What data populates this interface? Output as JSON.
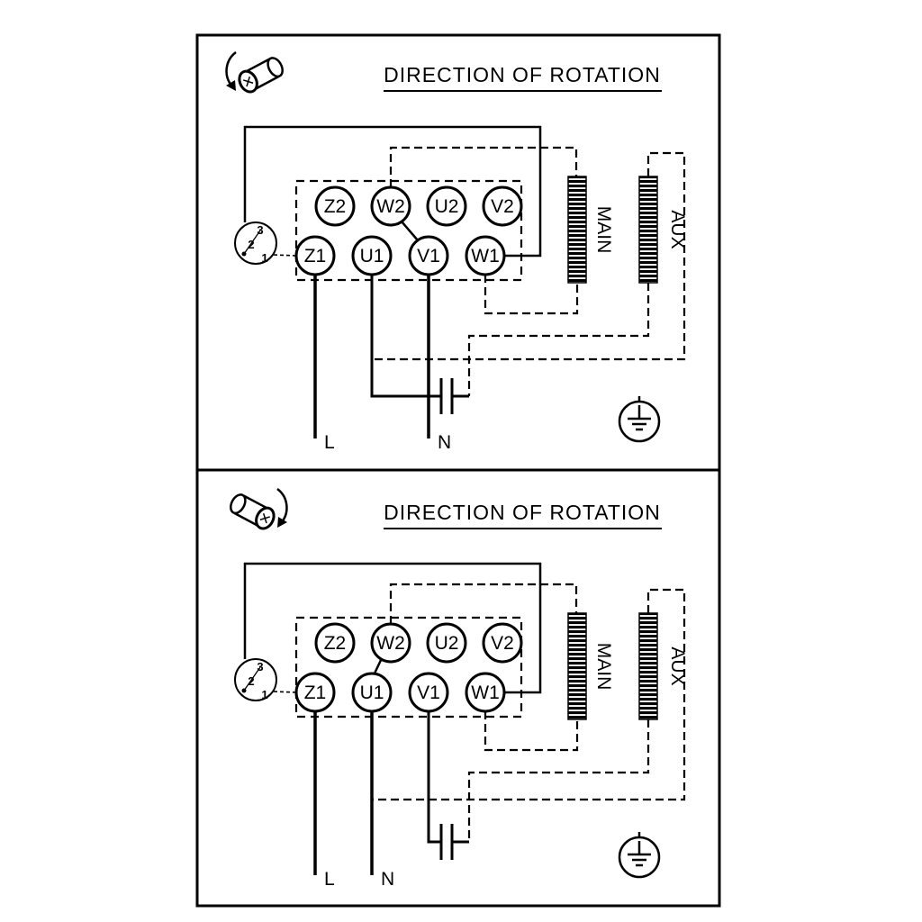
{
  "panels": [
    {
      "title": "DIRECTION OF ROTATION",
      "terminals_top": [
        "Z2",
        "W2",
        "U2",
        "V2"
      ],
      "terminals_bottom": [
        "Z1",
        "U1",
        "V1",
        "W1"
      ],
      "winding_main_label": "MAIN",
      "winding_aux_label": "AUX",
      "selector_positions": [
        "3",
        "2",
        "1"
      ],
      "line_label": "L",
      "neutral_label": "N",
      "icons": {
        "rotation": "rotation-direction-icon",
        "ground": "earth-ground-icon",
        "capacitor": "capacitor-symbol",
        "selector": "rotary-selector-switch"
      }
    },
    {
      "title": "DIRECTION OF ROTATION",
      "terminals_top": [
        "Z2",
        "W2",
        "U2",
        "V2"
      ],
      "terminals_bottom": [
        "Z1",
        "U1",
        "V1",
        "W1"
      ],
      "winding_main_label": "MAIN",
      "winding_aux_label": "AUX",
      "selector_positions": [
        "3",
        "2",
        "1"
      ],
      "line_label": "L",
      "neutral_label": "N",
      "icons": {
        "rotation": "rotation-direction-icon",
        "ground": "earth-ground-icon",
        "capacitor": "capacitor-symbol",
        "selector": "rotary-selector-switch"
      }
    }
  ],
  "colors": {
    "ink": "#000000",
    "paper": "#ffffff"
  }
}
